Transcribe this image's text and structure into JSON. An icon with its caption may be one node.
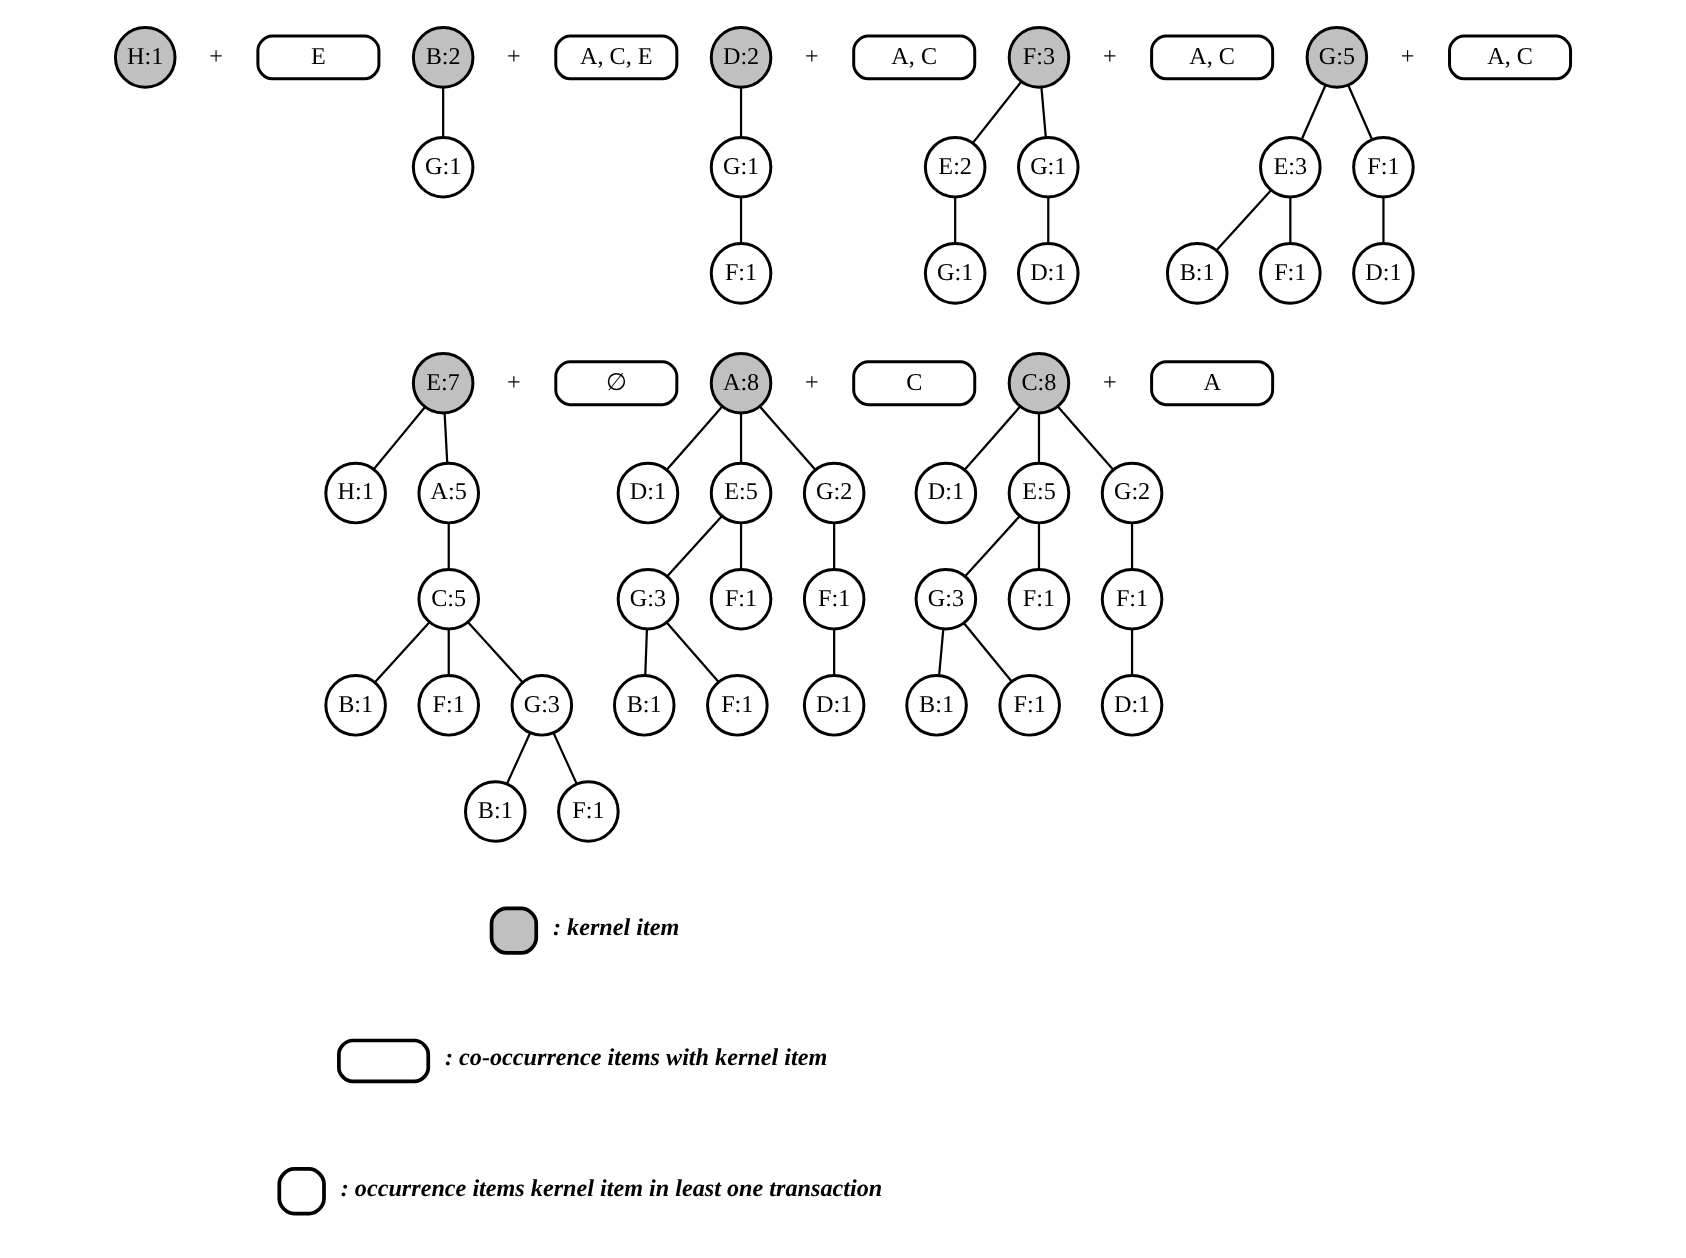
{
  "diagram": {
    "nodes": [
      {
        "text": [
          "H:1"
        ]
      },
      {
        "text": [
          "E"
        ]
      },
      {
        "text": [
          "B:2"
        ]
      },
      {
        "text": [
          "A, C, E"
        ]
      },
      {
        "text": [
          "G:1"
        ]
      },
      {
        "text": [
          "D:2"
        ]
      },
      {
        "text": [
          "A, C"
        ]
      },
      {
        "text": [
          "G:1"
        ]
      },
      {
        "text": [
          "F:1"
        ]
      },
      {
        "text": [
          "F:3"
        ]
      },
      {
        "text": [
          "A, C"
        ]
      },
      {
        "text": [
          "E:2"
        ]
      },
      {
        "text": [
          "G:1"
        ]
      },
      {
        "text": [
          "G:1"
        ]
      },
      {
        "text": [
          "D:1"
        ]
      },
      {
        "text": [
          "G:5"
        ]
      },
      {
        "text": [
          "A, C"
        ]
      },
      {
        "text": [
          "E:3"
        ]
      },
      {
        "text": [
          "F:1"
        ]
      },
      {
        "text": [
          "B:1"
        ]
      },
      {
        "text": [
          "F:1"
        ]
      },
      {
        "text": [
          "D:1"
        ]
      },
      {
        "text": [
          "E:7"
        ]
      },
      {
        "text": [
          "∅"
        ]
      },
      {
        "text": [
          "H:1"
        ]
      },
      {
        "text": [
          "A:5"
        ]
      },
      {
        "text": [
          "C:5"
        ]
      },
      {
        "text": [
          "B:1"
        ]
      },
      {
        "text": [
          "F:1"
        ]
      },
      {
        "text": [
          "G:3"
        ]
      },
      {
        "text": [
          "B:1"
        ]
      },
      {
        "text": [
          "F:1"
        ]
      },
      {
        "text": [
          "A:8"
        ]
      },
      {
        "text": [
          "C"
        ]
      },
      {
        "text": [
          "D:1"
        ]
      },
      {
        "text": [
          "E:5"
        ]
      },
      {
        "text": [
          "G:2"
        ]
      },
      {
        "text": [
          "G:3"
        ]
      },
      {
        "text": [
          "F:1"
        ]
      },
      {
        "text": [
          "F:1"
        ]
      },
      {
        "text": [
          "B:1"
        ]
      },
      {
        "text": [
          "F:1"
        ]
      },
      {
        "text": [
          "D:1"
        ]
      },
      {
        "text": [
          "C:8"
        ]
      },
      {
        "text": [
          "A"
        ]
      },
      {
        "text": [
          "D:1"
        ]
      },
      {
        "text": [
          "E:5"
        ]
      },
      {
        "text": [
          "G:2"
        ]
      },
      {
        "text": [
          "G:3"
        ]
      },
      {
        "text": [
          "F:1"
        ]
      },
      {
        "text": [
          "F:1"
        ]
      },
      {
        "text": [
          "B:1"
        ]
      },
      {
        "text": [
          "F:1"
        ]
      },
      {
        "text": [
          "D:1"
        ]
      }
    ],
    "edges": [
      {
        "from": 2,
        "to": 4,
        "arrow": "none"
      },
      {
        "from": 5,
        "to": 7,
        "arrow": "none"
      },
      {
        "from": 7,
        "to": 8,
        "arrow": "none"
      },
      {
        "from": 9,
        "to": 11,
        "arrow": "none"
      },
      {
        "from": 9,
        "to": 12,
        "arrow": "none"
      },
      {
        "from": 11,
        "to": 13,
        "arrow": "none"
      },
      {
        "from": 12,
        "to": 14,
        "arrow": "none"
      },
      {
        "from": 15,
        "to": 17,
        "arrow": "none"
      },
      {
        "from": 15,
        "to": 18,
        "arrow": "none"
      },
      {
        "from": 17,
        "to": 19,
        "arrow": "none"
      },
      {
        "from": 17,
        "to": 20,
        "arrow": "none"
      },
      {
        "from": 18,
        "to": 21,
        "arrow": "none"
      },
      {
        "from": 22,
        "to": 24,
        "arrow": "none"
      },
      {
        "from": 22,
        "to": 25,
        "arrow": "none"
      },
      {
        "from": 25,
        "to": 26,
        "arrow": "none"
      },
      {
        "from": 26,
        "to": 27,
        "arrow": "none"
      },
      {
        "from": 26,
        "to": 28,
        "arrow": "none"
      },
      {
        "from": 26,
        "to": 29,
        "arrow": "none"
      },
      {
        "from": 29,
        "to": 30,
        "arrow": "none"
      },
      {
        "from": 29,
        "to": 31,
        "arrow": "none"
      },
      {
        "from": 32,
        "to": 34,
        "arrow": "none"
      },
      {
        "from": 32,
        "to": 35,
        "arrow": "none"
      },
      {
        "from": 32,
        "to": 36,
        "arrow": "none"
      },
      {
        "from": 35,
        "to": 37,
        "arrow": "none"
      },
      {
        "from": 35,
        "to": 38,
        "arrow": "none"
      },
      {
        "from": 36,
        "to": 39,
        "arrow": "none"
      },
      {
        "from": 37,
        "to": 40,
        "arrow": "none"
      },
      {
        "from": 37,
        "to": 41,
        "arrow": "none"
      },
      {
        "from": 39,
        "to": 42,
        "arrow": "none"
      },
      {
        "from": 43,
        "to": 45,
        "arrow": "none"
      },
      {
        "from": 43,
        "to": 46,
        "arrow": "none"
      },
      {
        "from": 43,
        "to": 47,
        "arrow": "none"
      },
      {
        "from": 46,
        "to": 48,
        "arrow": "none"
      },
      {
        "from": 46,
        "to": 49,
        "arrow": "none"
      },
      {
        "from": 47,
        "to": 50,
        "arrow": "none"
      },
      {
        "from": 48,
        "to": 51,
        "arrow": "none"
      },
      {
        "from": 48,
        "to": 52,
        "arrow": "none"
      },
      {
        "from": 50,
        "to": 53,
        "arrow": "none"
      }
    ],
    "labels": [
      "+",
      "+",
      "+",
      "+",
      "+",
      "+",
      "+",
      "+"
    ],
    "legend": [
      {
        "text": ": kernel item"
      },
      {
        "text": ": co-occurrence items with kernel item"
      },
      {
        "text": ": occurrence items kernel item in least one transaction"
      }
    ]
  }
}
